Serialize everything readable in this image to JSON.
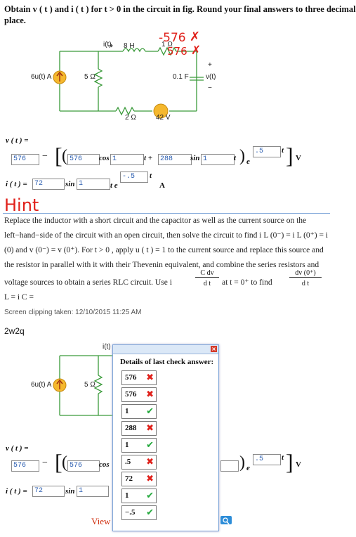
{
  "question": {
    "line1": "Obtain v ( t ) and i ( t ) for t > 0 in the circuit in fig. Round your final answers to three decimal",
    "line2": "place."
  },
  "circuit": {
    "i_label": "i(t)",
    "inductor": "8 H",
    "r_top": "1 Ω",
    "source_left": "6u(t) A",
    "r_left": "5 Ω",
    "capacitor": "0.1 F",
    "v_label": "v(t)",
    "plus": "+",
    "minus": "−",
    "r_bottom": "2 Ω",
    "vsource": "42 V",
    "annotation_top": "-576",
    "annotation_bottom": "576"
  },
  "answer1": {
    "v_label": "v ( t ) =",
    "f1": "576",
    "f2": "576",
    "cos": "cos",
    "f3": "1",
    "t": "t +",
    "f4": "288",
    "sin": "sin",
    "f5": "1",
    "t2": "t",
    "e": "e",
    "f6": ".5",
    "tsup": "t",
    "unit": "V",
    "i_label": "i ( t ) =",
    "g1": "72",
    "sin2": "sin",
    "g2": "1",
    "te": "t e",
    "g3": "-.5",
    "tsup2": "t",
    "unit2": "A"
  },
  "hint": {
    "title": "Hint",
    "p1": "Replace the inductor with a short circuit and the capacitor as well as the current source on the",
    "p2": "left−hand−side of the circuit with an open circuit, then solve the circuit to find i L (0⁻) = i L (0⁺) = i",
    "p3": "(0) and v (0⁻) = v (0⁺). For t > 0 , apply u ( t ) = 1 to the current source and replace this source and",
    "p4": "the resistor in parallel with it with their Thevenin equivalent, and combine the series resistors and",
    "p5a": "voltage sources to obtain a series RLC circuit. Use i L = i C =",
    "frac1_num": "C dv",
    "frac1_den": "d t",
    "p5b": "at t = 0⁺ to find",
    "frac2_num": "dv (0⁺)",
    "frac2_den": "d t"
  },
  "caption": "Screen clipping taken: 12/10/2015 11:25 AM",
  "note": "2w2q",
  "second": {
    "i_label": "i(t)",
    "source": "6u(t) A",
    "r": "5 Ω",
    "v_label": "v ( t ) =",
    "f1": "576",
    "f2": "576",
    "cos": "cos",
    "f6": ".5",
    "tsup": "t",
    "unit": "V",
    "i2_label": "i ( t ) =",
    "g1": "72",
    "sin": "sin",
    "g2": "1",
    "view": "View"
  },
  "popup": {
    "title": "Details of last check answer:",
    "items": [
      {
        "value": "576",
        "status": "wrong"
      },
      {
        "value": "576",
        "status": "wrong"
      },
      {
        "value": "1",
        "status": "correct"
      },
      {
        "value": "288",
        "status": "wrong"
      },
      {
        "value": "1",
        "status": "correct"
      },
      {
        "value": ".5",
        "status": "wrong"
      },
      {
        "value": "72",
        "status": "wrong"
      },
      {
        "value": "1",
        "status": "correct"
      },
      {
        "value": "−.5",
        "status": "correct"
      }
    ],
    "colors": {
      "wrong": "#e0201a",
      "correct": "#21a83a",
      "border": "#7fa6d9"
    }
  }
}
